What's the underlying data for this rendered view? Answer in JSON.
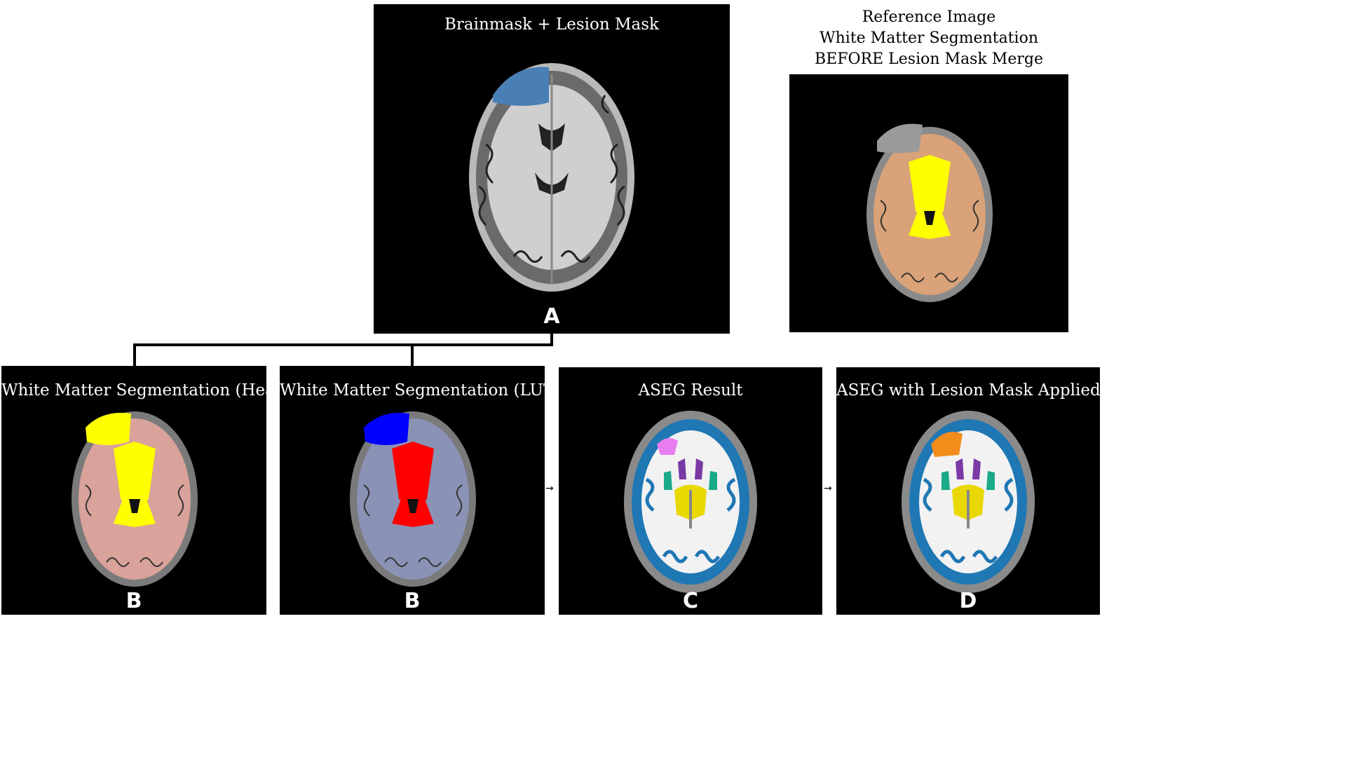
{
  "panel_a": {
    "title": "Brainmask + Lesion Mask",
    "label": "A"
  },
  "reference": {
    "title_lines": [
      "Reference Image",
      "White Matter Segmentation",
      "BEFORE Lesion Mask Merge"
    ]
  },
  "panel_b1": {
    "title": "White Matter Segmentation (Heat)",
    "label": "B"
  },
  "panel_b2": {
    "title": "White Matter Segmentation (LUT)",
    "label": "B"
  },
  "panel_c": {
    "title": "ASEG Result",
    "label": "C"
  },
  "panel_d": {
    "title": "ASEG with Lesion Mask Applied",
    "label": "D"
  },
  "arrows": [
    "→",
    "→"
  ],
  "colors": {
    "lesion_a": "#4a7fb5",
    "lesion_heat": "#ffff00",
    "wm_heat": "#d9a29a",
    "lesion_lut": "#0000ff",
    "wm_lut": "#8a92b6",
    "deep_lut": "#ff0000",
    "wm_ref": "#d9a278",
    "deep_yellow": "#ffff00",
    "aseg_cortex": "#1f77b4",
    "aseg_wm": "#f2f2f2",
    "aseg_thal": "#e8d800",
    "aseg_put": "#e87ef0",
    "aseg_caud": "#7a3aa6",
    "aseg_green": "#1aaa88",
    "aseg_lesion": "#f28c1a"
  }
}
